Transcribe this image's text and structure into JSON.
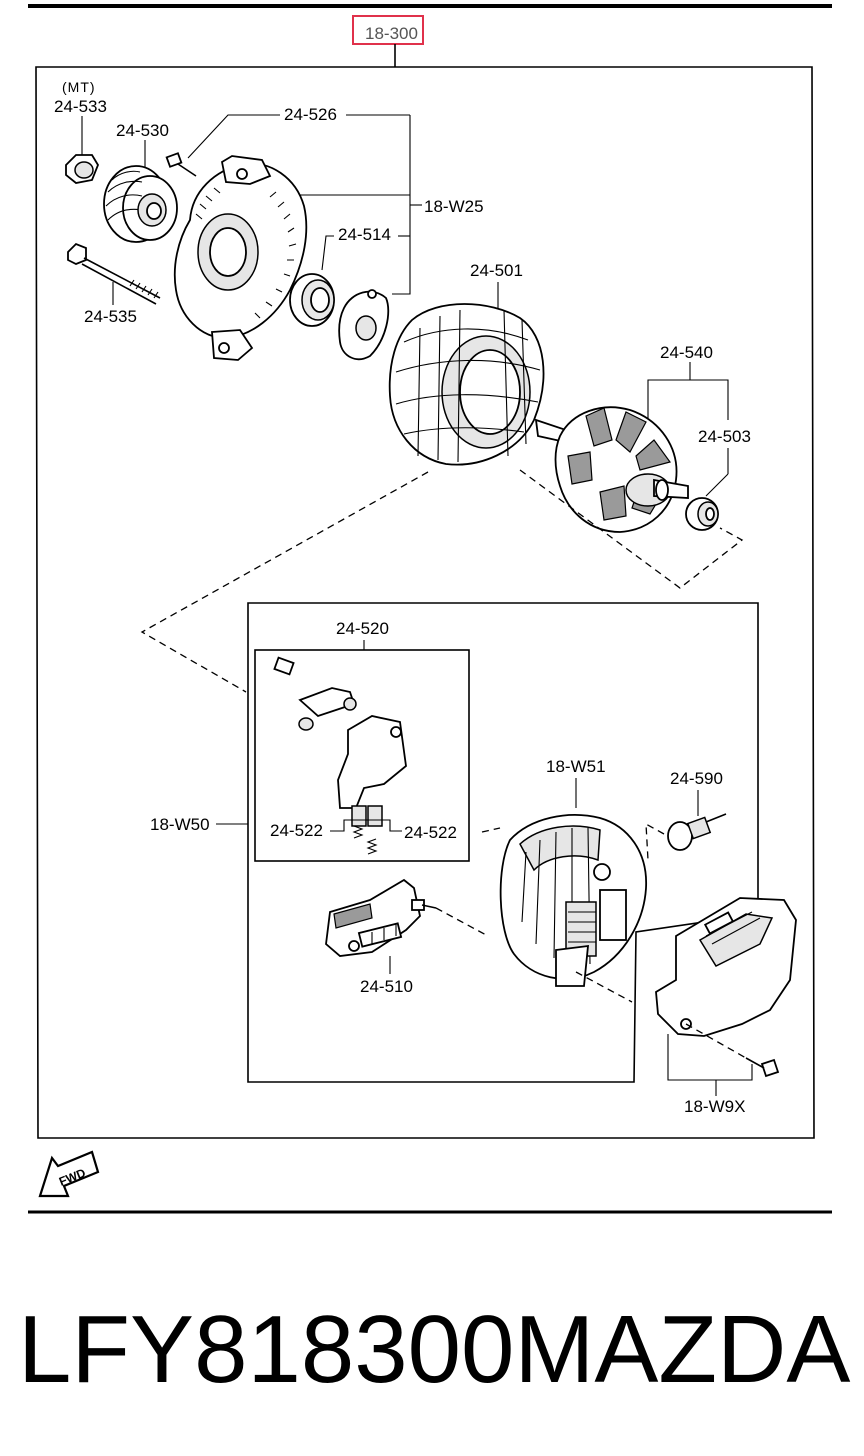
{
  "diagram": {
    "assembly_code": "18-300",
    "labels": {
      "mt_note": "(MT)",
      "p24_533": "24-533",
      "p24_530": "24-530",
      "p24_526": "24-526",
      "p18_W25": "18-W25",
      "p24_514": "24-514",
      "p24_535": "24-535",
      "p24_501": "24-501",
      "p24_540": "24-540",
      "p24_503": "24-503",
      "p24_520": "24-520",
      "p18_W50": "18-W50",
      "p24_522_left": "24-522",
      "p24_522_right": "24-522",
      "p18_W51": "18-W51",
      "p24_590": "24-590",
      "p24_510": "24-510",
      "p18_W9X": "18-W9X"
    },
    "fwd_marker": "FWD",
    "highlight_color": "#e0314b"
  },
  "footer": {
    "part_number": "LFY818300",
    "brand": "MAZDA"
  }
}
